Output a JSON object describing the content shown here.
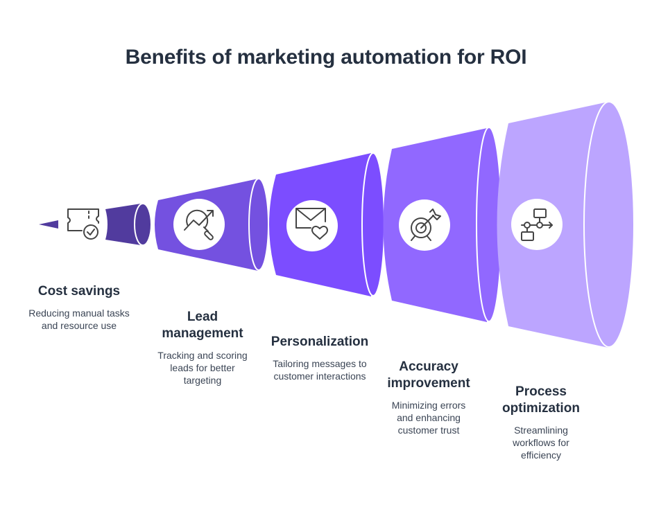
{
  "title": "Benefits of marketing automation for ROI",
  "colors": {
    "stage1": "#513B9E",
    "stage2": "#7451E0",
    "stage3": "#7C4DFF",
    "stage4": "#9168FF",
    "stage5": "#BCA5FF",
    "icon_stroke": "#444444",
    "text": "#253040"
  },
  "stages": [
    {
      "title": "Cost savings",
      "description": "Reducing manual tasks and resource use",
      "icon": "ticket-check-icon"
    },
    {
      "title": "Lead management",
      "description": "Tracking and scoring leads for better targeting",
      "icon": "chart-search-icon"
    },
    {
      "title": "Personalization",
      "description": "Tailoring messages to customer interactions",
      "icon": "mail-heart-icon"
    },
    {
      "title": "Accuracy improvement",
      "description": "Minimizing errors and enhancing customer trust",
      "icon": "target-arrow-icon"
    },
    {
      "title": "Process optimization",
      "description": "Streamlining workflows for efficiency",
      "icon": "workflow-icon"
    }
  ]
}
